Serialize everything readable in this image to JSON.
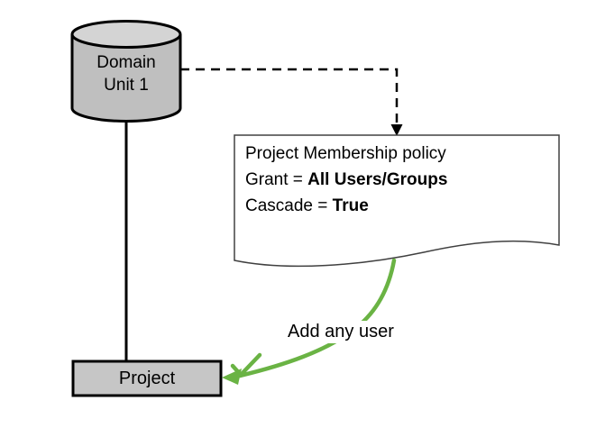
{
  "diagram": {
    "domain_unit": {
      "label": "Domain Unit 1"
    },
    "policy_note": {
      "title": "Project Membership policy",
      "grant_prefix": "Grant = ",
      "grant_value": "All Users/Groups",
      "cascade_prefix": "Cascade = ",
      "cascade_value": "True"
    },
    "project": {
      "label": "Project"
    },
    "green_arrow_label": "Add any user"
  },
  "colors": {
    "green": "#6ab344",
    "cylinder_body": "#bfbfbf",
    "cylinder_top": "#d4d4d4",
    "box_fill": "#c6c6c6",
    "outline": "#000000",
    "note_border": "#404040"
  }
}
